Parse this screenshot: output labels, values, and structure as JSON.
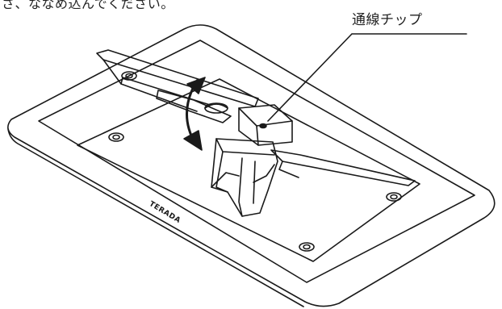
{
  "caption": {
    "top_text": "さ、ななめ込んでください。",
    "callout_label": "通線チップ",
    "brand_marking": "TERADA"
  },
  "colors": {
    "line": "#1a1a1a",
    "paper": "#ffffff"
  }
}
